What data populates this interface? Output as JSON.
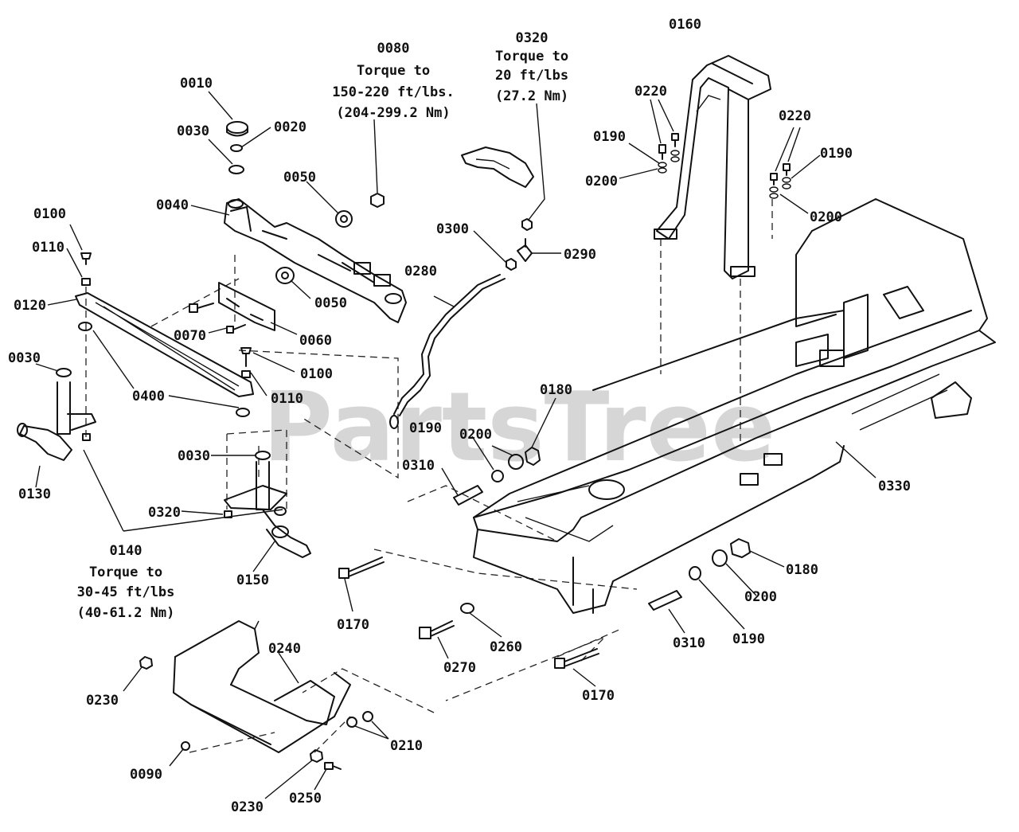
{
  "watermark": "PartsTree",
  "labels": [
    {
      "id": "l0010",
      "text": "0010"
    },
    {
      "id": "l0020",
      "text": "0020"
    },
    {
      "id": "l0030a",
      "text": "0030"
    },
    {
      "id": "l0040",
      "text": "0040"
    },
    {
      "id": "l0050a",
      "text": "0050"
    },
    {
      "id": "l0050b",
      "text": "0050"
    },
    {
      "id": "l0060",
      "text": "0060"
    },
    {
      "id": "l0070",
      "text": "0070"
    },
    {
      "id": "l0100a",
      "text": "0100"
    },
    {
      "id": "l0110a",
      "text": "0110"
    },
    {
      "id": "l0120",
      "text": "0120"
    },
    {
      "id": "l0030b",
      "text": "0030"
    },
    {
      "id": "l0400",
      "text": "0400"
    },
    {
      "id": "l0100b",
      "text": "0100"
    },
    {
      "id": "l0110b",
      "text": "0110"
    },
    {
      "id": "l0130",
      "text": "0130"
    },
    {
      "id": "l0030c",
      "text": "0030"
    },
    {
      "id": "l0320b",
      "text": "0320"
    },
    {
      "id": "l0150",
      "text": "0150"
    },
    {
      "id": "l0280",
      "text": "0280"
    },
    {
      "id": "l0300",
      "text": "0300"
    },
    {
      "id": "l0290",
      "text": "0290"
    },
    {
      "id": "l0160",
      "text": "0160"
    },
    {
      "id": "l0220a",
      "text": "0220"
    },
    {
      "id": "l0190a",
      "text": "0190"
    },
    {
      "id": "l0200a",
      "text": "0200"
    },
    {
      "id": "l0220b",
      "text": "0220"
    },
    {
      "id": "l0190b",
      "text": "0190"
    },
    {
      "id": "l0200b",
      "text": "0200"
    },
    {
      "id": "l0180a",
      "text": "0180"
    },
    {
      "id": "l0190c",
      "text": "0190"
    },
    {
      "id": "l0200c",
      "text": "0200"
    },
    {
      "id": "l0310a",
      "text": "0310"
    },
    {
      "id": "l0330",
      "text": "0330"
    },
    {
      "id": "l0170a",
      "text": "0170"
    },
    {
      "id": "l0270",
      "text": "0270"
    },
    {
      "id": "l0260",
      "text": "0260"
    },
    {
      "id": "l0180b",
      "text": "0180"
    },
    {
      "id": "l0200d",
      "text": "0200"
    },
    {
      "id": "l0310b",
      "text": "0310"
    },
    {
      "id": "l0190d",
      "text": "0190"
    },
    {
      "id": "l0170b",
      "text": "0170"
    },
    {
      "id": "l0230a",
      "text": "0230"
    },
    {
      "id": "l0240",
      "text": "0240"
    },
    {
      "id": "l0210",
      "text": "0210"
    },
    {
      "id": "l0090",
      "text": "0090"
    },
    {
      "id": "l0230b",
      "text": "0230"
    },
    {
      "id": "l0250",
      "text": "0250"
    }
  ],
  "notes": {
    "n0080": [
      "0080",
      "Torque to",
      "150-220 ft/lbs.",
      "(204-299.2 Nm)"
    ],
    "n0320": [
      "0320",
      "Torque to",
      "20 ft/lbs",
      "(27.2 Nm)"
    ],
    "n0140": [
      "0140",
      "Torque to",
      "30-45 ft/lbs",
      "(40-61.2 Nm)"
    ]
  }
}
